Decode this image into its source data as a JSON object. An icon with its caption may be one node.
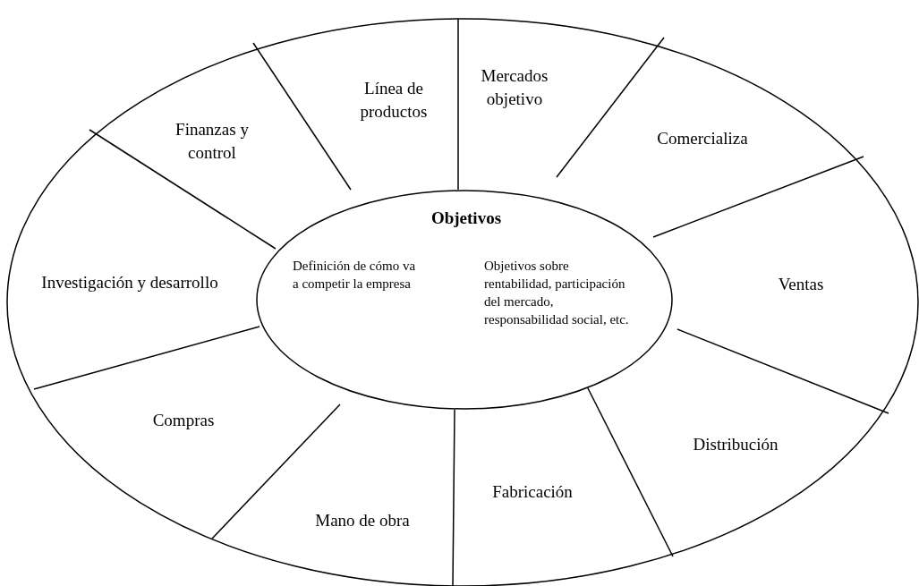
{
  "diagram": {
    "nodes": [
      {
        "text": [
          "Finanzas y control"
        ]
      },
      {
        "text": [
          "Línea de productos"
        ]
      },
      {
        "text": [
          "Mercados objetivo"
        ]
      },
      {
        "text": [
          "Comercializa"
        ]
      },
      {
        "text": [
          "Investigación y desarrollo"
        ]
      },
      {
        "text": [
          "Objetivos",
          "Definición de cómo va a competir la empresa",
          "Objetivos sobre rentabilidad, participación del mercado, responsabilidad social, etc."
        ]
      },
      {
        "text": [
          "Ventas"
        ]
      },
      {
        "text": [
          "Compras"
        ]
      },
      {
        "text": [
          "Distribución"
        ]
      },
      {
        "text": [
          "Fabricación"
        ]
      },
      {
        "text": [
          "Mano de obra"
        ]
      }
    ],
    "edges": []
  }
}
